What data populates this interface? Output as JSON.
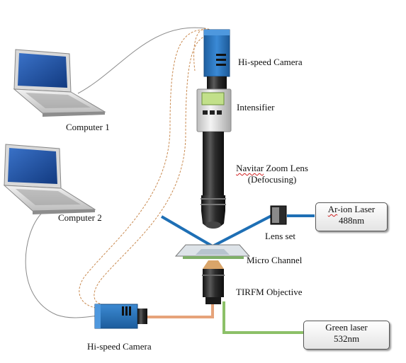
{
  "labels": {
    "computer1": "Computer 1",
    "computer2": "Computer 2",
    "hispeed_camera_top": "Hi-speed Camera",
    "intensifier": "Intensifier",
    "zoom_lens_line1_word1": "Navitar",
    "zoom_lens_line1_rest": " Zoom Lens",
    "zoom_lens_line2": "(Defocusing)",
    "lens_set": "Lens set",
    "micro_channel": "Micro Channel",
    "tirfm_objective": "TIRFM Objective",
    "hispeed_camera_bottom": "Hi-speed Camera"
  },
  "lasers": {
    "ar_ion": {
      "name_word1": "Ar",
      "name_rest": "-ion Laser",
      "wavelength": "488nm",
      "beam_color": "#1e6fb5"
    },
    "green": {
      "name": "Green laser",
      "wavelength": "532nm",
      "beam_color": "#8cc068"
    }
  },
  "colors": {
    "camera_blue": "#2f79c2",
    "lens_black": "#2a2a2a",
    "cable_orange": "#e6a37a",
    "dashed_signal": "#c98a50",
    "cable_gray": "#8a8a8a"
  }
}
